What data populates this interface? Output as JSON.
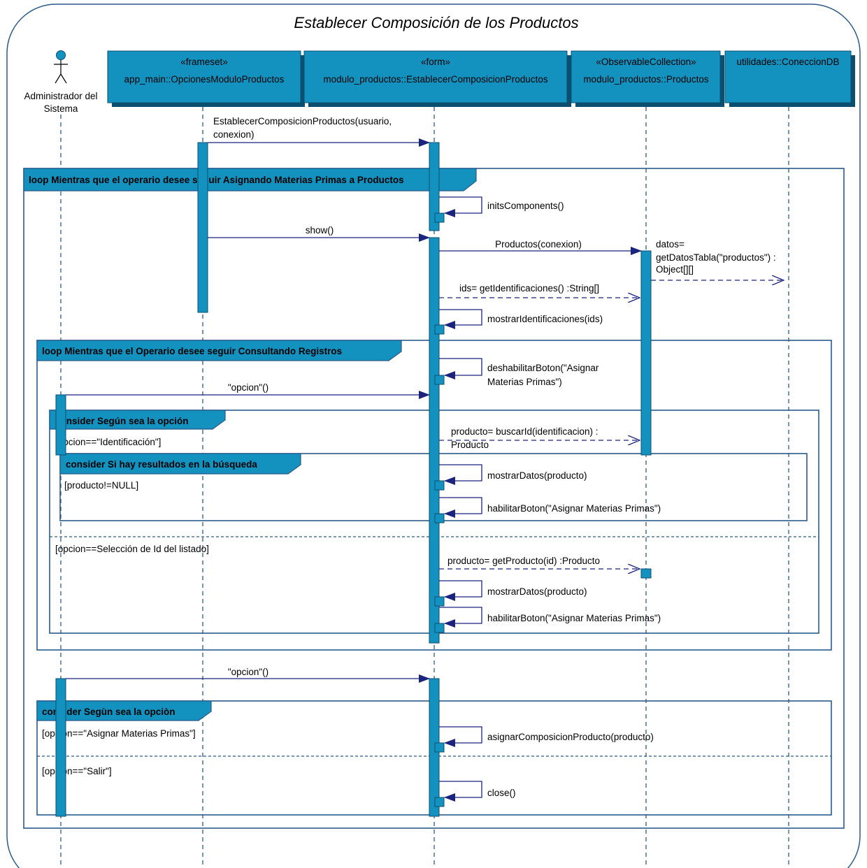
{
  "title": "Establecer Composición de los Productos",
  "actor": {
    "line1": "Administrador del",
    "line2": "Sistema"
  },
  "lifelines": [
    {
      "stereotype": "«frameset»",
      "name": "app_main::OpcionesModuloProductos"
    },
    {
      "stereotype": "«form»",
      "name": "modulo_productos::EstablecerComposicionProductos"
    },
    {
      "stereotype": "«ObservableCollection»",
      "name": "modulo_productos::Productos"
    },
    {
      "stereotype": "",
      "name": "utilidades::ConeccionDB"
    }
  ],
  "frames": {
    "loop_main": "loop Mientras que el operario desee seguir Asignando Materias Primas a Productos",
    "loop_consult": "loop Mientras que el Operario desee seguir Consultando Registros",
    "consider_opcion": "consider Según sea la opción",
    "consider_resultados": "consider Si hay resultados en la búsqueda",
    "consider_opcion2": "consider Segùn sea la opciòn"
  },
  "guards": {
    "identificacion": "[opcion==\"Identificación\"]",
    "producto_not_null": "[producto!=NULL]",
    "seleccion": "[opcion==Selección de Id del listado]",
    "asignar": "[opcion==\"Asignar Materias Primas\"]",
    "salir": "[opcion==\"Salir\"]"
  },
  "messages": {
    "establecer_1": "EstablecerComposicionProductos(usuario,",
    "establecer_2": "conexion)",
    "inits": "initsComponents()",
    "show": "show()",
    "productos": "Productos(conexion)",
    "datos_1": "datos=",
    "datos_2": "getDatosTabla(\"productos\") :",
    "datos_3": "Object[][]",
    "ids": "ids= getIdentificaciones() :String[]",
    "mostrar_ids": "mostrarIdentificaciones(ids)",
    "deshabilitar_1": "deshabilitarBoton(\"Asignar",
    "deshabilitar_2": "Materias Primas\")",
    "opcion_1": "\"opcion\"()",
    "buscar_1": "producto= buscarId(identificacion) :",
    "buscar_2": "Producto",
    "mostrar_datos_1": "mostrarDatos(producto)",
    "habilitar_1": "habilitarBoton(\"Asignar Materias Primas\")",
    "get_producto": "producto= getProducto(id) :Producto",
    "mostrar_datos_2": "mostrarDatos(producto)",
    "habilitar_2": "habilitarBoton(\"Asignar Materias Primas\")",
    "opcion_2": "\"opcion\"()",
    "asignar_comp": "asignarComposicionProducto(producto)",
    "close": "close()"
  },
  "colors": {
    "box_fill": "#1391bf",
    "box_shadow": "#0b4f70",
    "frame_border": "#2a5a8a",
    "message": "#1a237e"
  }
}
